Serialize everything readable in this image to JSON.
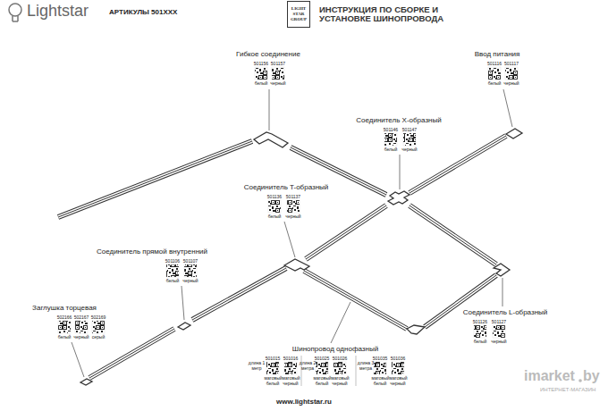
{
  "diagram": {
    "title": "ИНСТРУКЦИЯ ПО СБОРКЕ И УСТАНОВКЕ ШИНОПРОВОДА",
    "nodes": [
      {
        "text": [
          "LIGHT STAR GROUP"
        ]
      }
    ],
    "labels": [
      "Lightstar",
      "АРТИКУЛЫ 501XXX",
      "Гибкое соединение",
      "501156",
      "501157",
      "белый",
      "черный",
      "Ввод питания",
      "501116",
      "501117",
      "белый",
      "черный",
      "Соединитель X-образный",
      "501146",
      "501147",
      "белый",
      "черный",
      "Соединитель T-образный",
      "501136",
      "501137",
      "белый",
      "черный",
      "Соединитель прямой внутренний",
      "501106",
      "501107",
      "белый",
      "черный",
      "Заглушка торцевая",
      "502166",
      "502167",
      "502169",
      "белый",
      "черный",
      "серый",
      "Соединитель L-образный",
      "501126",
      "501127",
      "белый",
      "черный",
      "Шинопровод однофазный",
      "длина 1 метр",
      "501015",
      "501016",
      "матовый белый",
      "матовый черный",
      "длина 2 метра",
      "501025",
      "501026",
      "матовый белый",
      "матовый черный",
      "длина 3 метра",
      "501035",
      "501036",
      "матовый белый",
      "матовый черный",
      "www.lightstar.ru",
      "imarket",
      "by",
      "ИНТЕРНЕТ-МАГАЗИН"
    ]
  }
}
